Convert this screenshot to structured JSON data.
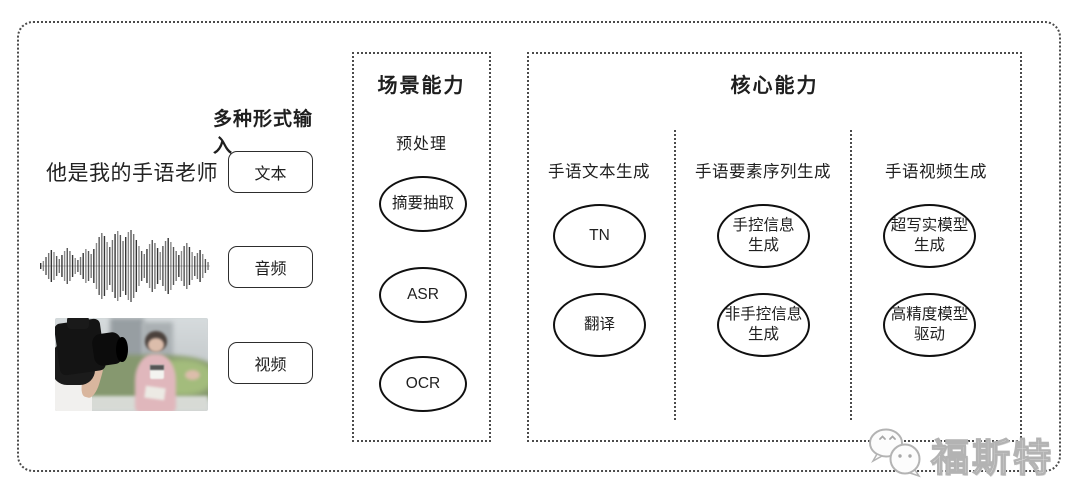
{
  "input_section": {
    "heading": "多种形式输入",
    "sample_text": "他是我的手语老师",
    "text_label": "文本",
    "audio_label": "音频",
    "video_label": "视频",
    "waveform_bars": [
      6,
      10,
      18,
      26,
      32,
      28,
      20,
      14,
      22,
      30,
      36,
      30,
      22,
      16,
      12,
      18,
      26,
      34,
      30,
      24,
      34,
      46,
      58,
      66,
      60,
      48,
      38,
      52,
      64,
      70,
      62,
      50,
      58,
      68,
      72,
      64,
      52,
      40,
      30,
      24,
      34,
      44,
      52,
      46,
      36,
      28,
      40,
      50,
      56,
      48,
      38,
      30,
      22,
      30,
      40,
      46,
      38,
      28,
      20,
      26,
      32,
      24,
      14,
      8
    ]
  },
  "scene_box": {
    "title": "场景能力",
    "subtitle": "预处理",
    "node1": "摘要抽取",
    "node2": "ASR",
    "node3": "OCR"
  },
  "core_box": {
    "title": "核心能力",
    "columns": [
      {
        "header": "手语文本生成",
        "node1": "TN",
        "node2": "翻译"
      },
      {
        "header": "手语要素序列生成",
        "node1": "手控信息\n生成",
        "node2": "非手控信息\n生成"
      },
      {
        "header": "手语视频生成",
        "node1": "超写实模型\n生成",
        "node2": "高精度模型\n驱动"
      }
    ]
  },
  "watermark": {
    "text": "福斯特",
    "icon": "wechat-icon"
  },
  "colors": {
    "dotted_border": "#4b4b4b",
    "node_stroke": "#101010",
    "text": "#1f1f1f",
    "watermark_stroke": "#b3b3b3"
  }
}
